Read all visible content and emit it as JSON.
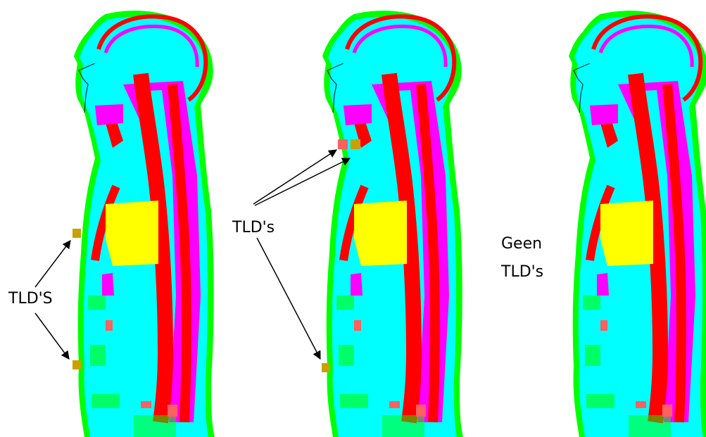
{
  "labels": {
    "left": "TLD'S",
    "middle": "TLD's",
    "right_line1": "Geen",
    "right_line2": "TLD's"
  },
  "colors": {
    "background": "#ffffff",
    "skin_outline": "#00ff00",
    "soft_tissue": "#00ffff",
    "bone_spine": "#ff0000",
    "muscle": "#ff00ff",
    "lung": "#ffff00",
    "tld_marker": "#c8a000",
    "tld_marker_alt": "#ff6060",
    "annotation": "#000000"
  },
  "panels": [
    {
      "name": "phantom-with-tld-chest-abdomen",
      "tld_count": 2
    },
    {
      "name": "phantom-with-tld-neck-abdomen",
      "tld_count": 3
    },
    {
      "name": "phantom-without-tld",
      "tld_count": 0
    }
  ]
}
